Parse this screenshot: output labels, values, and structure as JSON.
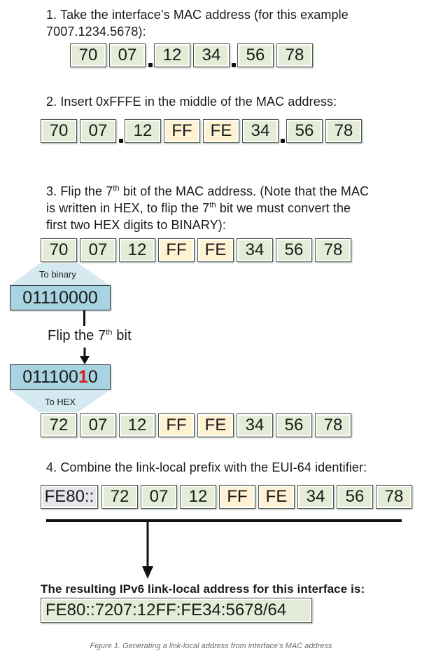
{
  "step1": {
    "text_line1": "1. Take the interface’s MAC address (for this example",
    "text_line2": "7007.1234.5678):",
    "octets": [
      "70",
      "07",
      "12",
      "34",
      "56",
      "78"
    ]
  },
  "step2": {
    "text": "2. Insert 0xFFFE in the middle of the MAC address:",
    "octets": [
      "70",
      "07",
      "12",
      "FF",
      "FE",
      "34",
      "56",
      "78"
    ]
  },
  "step3": {
    "line1_pre": "3. Flip the 7",
    "line1_sup": "th",
    "line1_post": " bit of the MAC address. (Note that the MAC",
    "line2_pre": "is written in HEX, to flip the 7",
    "line2_sup": "th",
    "line2_post": " bit we must convert the",
    "line3": "first two HEX digits to BINARY):",
    "octets": [
      "70",
      "07",
      "12",
      "FF",
      "FE",
      "34",
      "56",
      "78"
    ],
    "to_binary_label": "To binary",
    "binary_before": "01110000",
    "flip_pre": "Flip the 7",
    "flip_sup": "th",
    "flip_post": " bit",
    "binary_after_a": "011100",
    "binary_after_bit": "1",
    "binary_after_b": "0",
    "to_hex_label": "To HEX",
    "result_octets": [
      "72",
      "07",
      "12",
      "FF",
      "FE",
      "34",
      "56",
      "78"
    ]
  },
  "step4": {
    "text": "4. Combine the link-local prefix with the EUI-64 identifier:",
    "prefix": "FE80::",
    "octets": [
      "72",
      "07",
      "12",
      "FF",
      "FE",
      "34",
      "56",
      "78"
    ]
  },
  "result": {
    "heading": "The resulting IPv6 link-local address for this interface is:",
    "address": "FE80::7207:12FF:FE34:5678/64"
  },
  "caption": "Figure 1. Generating a link-local address from interface's MAC address",
  "colors": {
    "green_box": "#e4ecd7",
    "yellow_box": "#fef2d2",
    "prefix_box": "#e6e6ea",
    "binary_box": "#a8d4e2",
    "flipped_bit": "#d21f1f"
  }
}
